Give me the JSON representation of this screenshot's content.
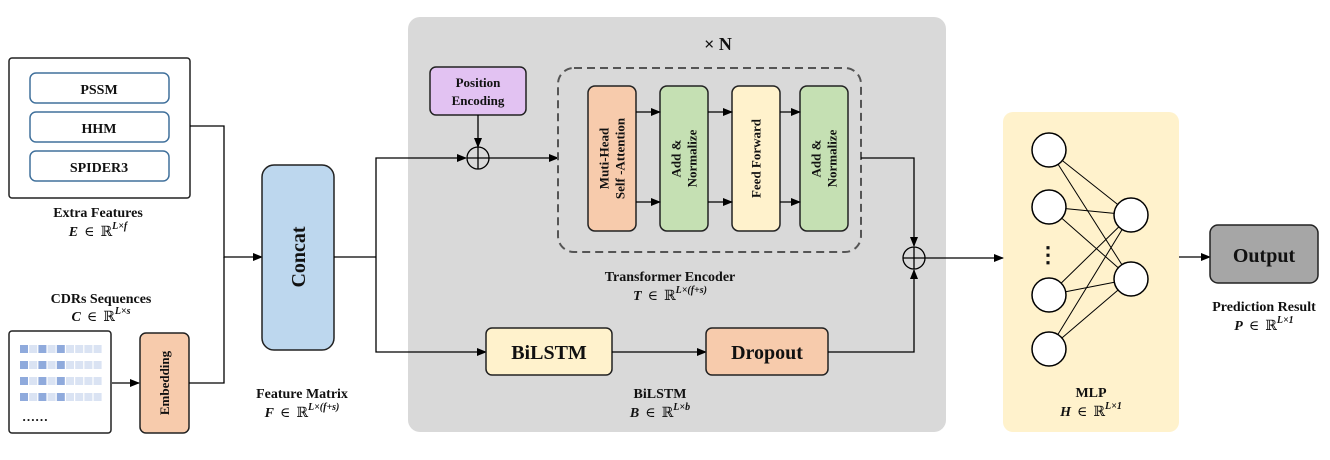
{
  "repeat_label": "× N",
  "extra_features": {
    "items": [
      "PSSM",
      "HHM",
      "SPIDER3"
    ],
    "title": "Extra Features",
    "sym": "E",
    "in": "∈",
    "space": "ℝ",
    "dims": "L×f"
  },
  "cdrs": {
    "title": "CDRs Sequences",
    "sym": "C",
    "in": "∈",
    "space": "ℝ",
    "dims": "L×s",
    "ellipsis": "……"
  },
  "embedding": "Embedding",
  "concat": "Concat",
  "feature_matrix": {
    "title": "Feature Matrix",
    "sym": "F",
    "in": "∈",
    "space": "ℝ",
    "dims": "L×(f+s)"
  },
  "position_encoding": [
    "Position",
    "Encoding"
  ],
  "transformer": {
    "blocks": [
      {
        "lines": [
          "Muti-Head",
          "Self -Attention"
        ],
        "color": "#f7cbac"
      },
      {
        "lines": [
          "Add &",
          "Normalize"
        ],
        "color": "#c5e0b3"
      },
      {
        "lines": [
          "Feed Forward"
        ],
        "color": "#fff2cc"
      },
      {
        "lines": [
          "Add &",
          "Normalize"
        ],
        "color": "#c5e0b3"
      }
    ],
    "title": "Transformer Encoder",
    "sym": "T",
    "in": "∈",
    "space": "ℝ",
    "dims": "L×(f+s)"
  },
  "bilstm_box": "BiLSTM",
  "dropout_box": "Dropout",
  "bilstm": {
    "title": "BiLSTM",
    "sym": "B",
    "in": "∈",
    "space": "ℝ",
    "dims": "L×b"
  },
  "mlp": {
    "ellipsis": "⋮",
    "title": "MLP",
    "sym": "H",
    "in": "∈",
    "space": "ℝ",
    "dims": "L×1"
  },
  "output": "Output",
  "prediction": {
    "title": "Prediction Result",
    "sym": "P",
    "in": "∈",
    "space": "ℝ",
    "dims": "L×1"
  },
  "colors": {
    "gray_panel": "#d9d9d9",
    "mlp_panel": "#fff2cc",
    "concat": "#bdd7ee",
    "embedding": "#f7cbac",
    "position": "#e2c2f2",
    "bilstm": "#fff2cc",
    "dropout": "#f7cbac",
    "output": "#a6a6a6",
    "seq_blue": "#8faadc",
    "seq_light": "#dae3f3"
  }
}
